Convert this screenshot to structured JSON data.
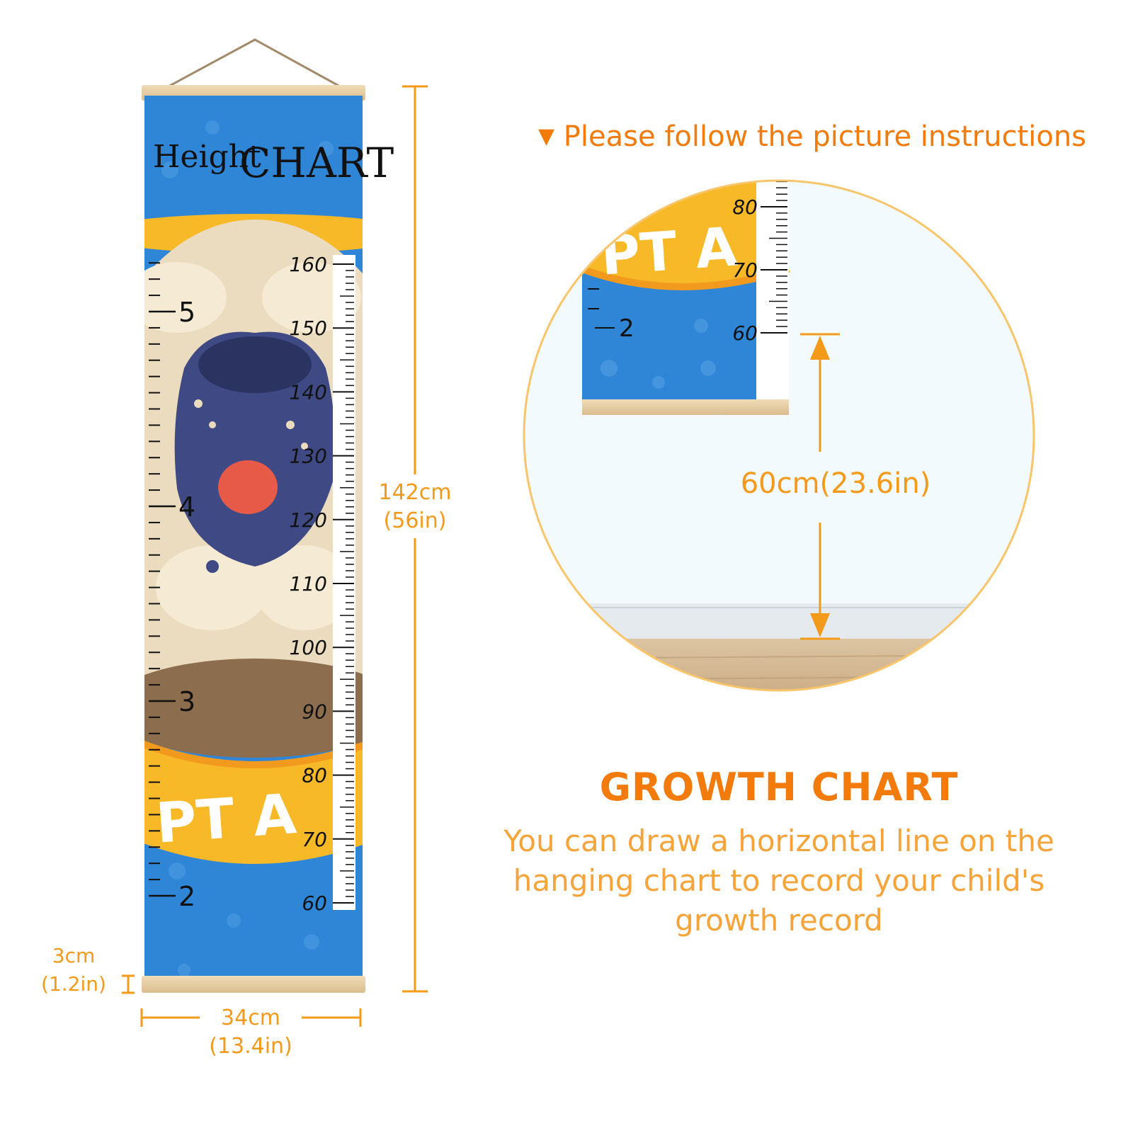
{
  "instruction": {
    "marker": "▼",
    "text": "Please follow the picture instructions"
  },
  "chart": {
    "title_word1": "Height",
    "title_word2": "CHART",
    "banner_text": "PT A",
    "cm_ticks": [
      "160",
      "150",
      "140",
      "130",
      "120",
      "110",
      "100",
      "90",
      "80",
      "70",
      "60"
    ],
    "ft_ticks": [
      "5",
      "4",
      "3",
      "2"
    ]
  },
  "dimensions": {
    "height_cm": "142cm",
    "height_in": "(56in)",
    "width_cm": "34cm",
    "width_in": "(13.4in)",
    "rod_cm": "3cm",
    "rod_in": "(1.2in)"
  },
  "inset": {
    "cm_ticks": [
      "80",
      "70",
      "60"
    ],
    "ft_tick": "2",
    "banner_text": "PT A",
    "measure": "60cm(23.6in)"
  },
  "growth": {
    "title": "GROWTH CHART",
    "description": "You can draw a horizontal line on the hanging chart to record your child's growth record"
  },
  "colors": {
    "accent": "#f27b0c",
    "accent_light": "#f39a1a",
    "chart_blue": "#2f86d6",
    "banner_yellow": "#f7b928",
    "wood": "#e9d2ab"
  }
}
